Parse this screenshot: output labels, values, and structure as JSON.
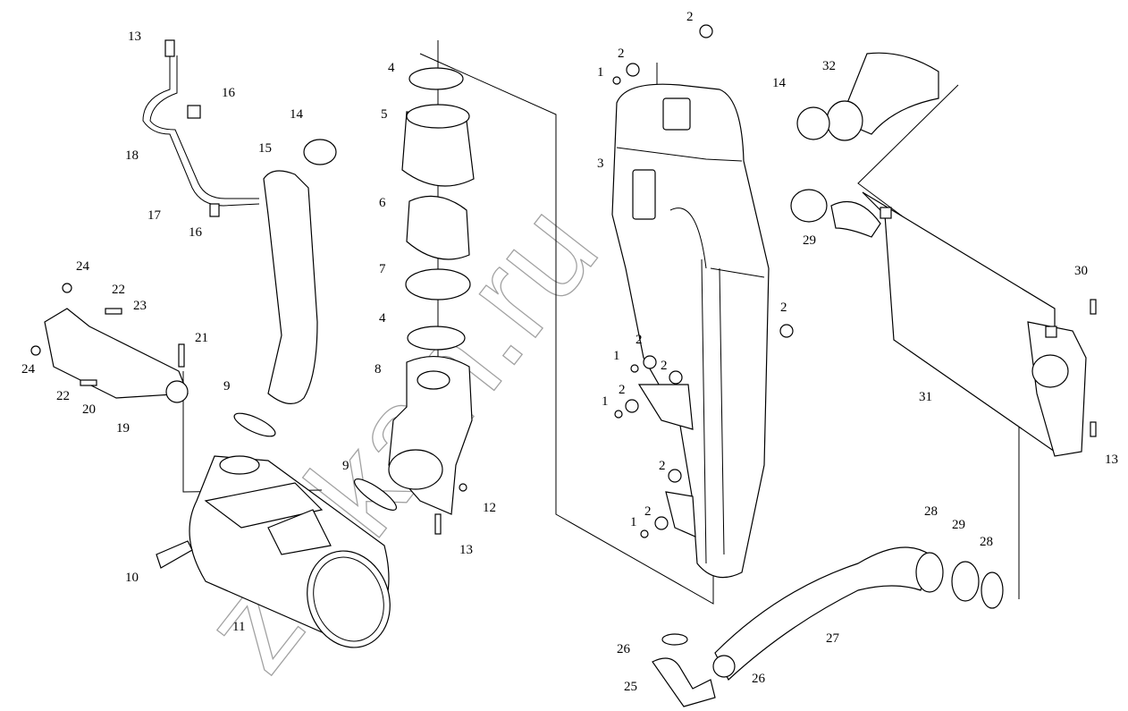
{
  "watermark": "zalkan.ru",
  "callouts": [
    "13",
    "16",
    "18",
    "17",
    "16",
    "15",
    "14",
    "24",
    "22",
    "23",
    "24",
    "22",
    "20",
    "19",
    "21",
    "9",
    "9",
    "10",
    "11",
    "4",
    "5",
    "6",
    "7",
    "4",
    "8",
    "12",
    "13",
    "2",
    "2",
    "1",
    "3",
    "14",
    "32",
    "29",
    "2",
    "1",
    "2",
    "2",
    "2",
    "1",
    "2",
    "2",
    "1",
    "30",
    "31",
    "13",
    "28",
    "29",
    "28",
    "27",
    "26",
    "26",
    "25"
  ]
}
